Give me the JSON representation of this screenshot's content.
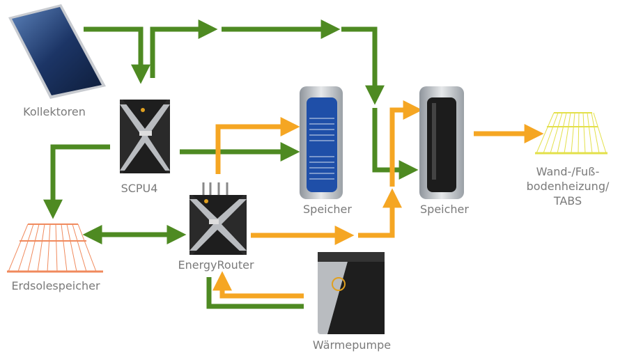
{
  "labels": {
    "collectors": "Kollektoren",
    "scpu4": "SCPU4",
    "energy_router": "EnergyRouter",
    "storage_1": "Speicher",
    "storage_2": "Speicher",
    "heating_line1": "Wand-/Fuß-",
    "heating_line2": "bodenheizung/",
    "heating_line3": "TABS",
    "ground_storage": "Erdsolespeicher",
    "heat_pump": "Wärmepumpe"
  },
  "colors": {
    "green_flow": "#4e8a22",
    "orange_flow": "#f5a623",
    "tank_blue": "#1f4fa8",
    "tabs_yellow": "#e3e04a",
    "ground_orange": "#f08a5d",
    "label_gray": "#7a7a7a"
  }
}
